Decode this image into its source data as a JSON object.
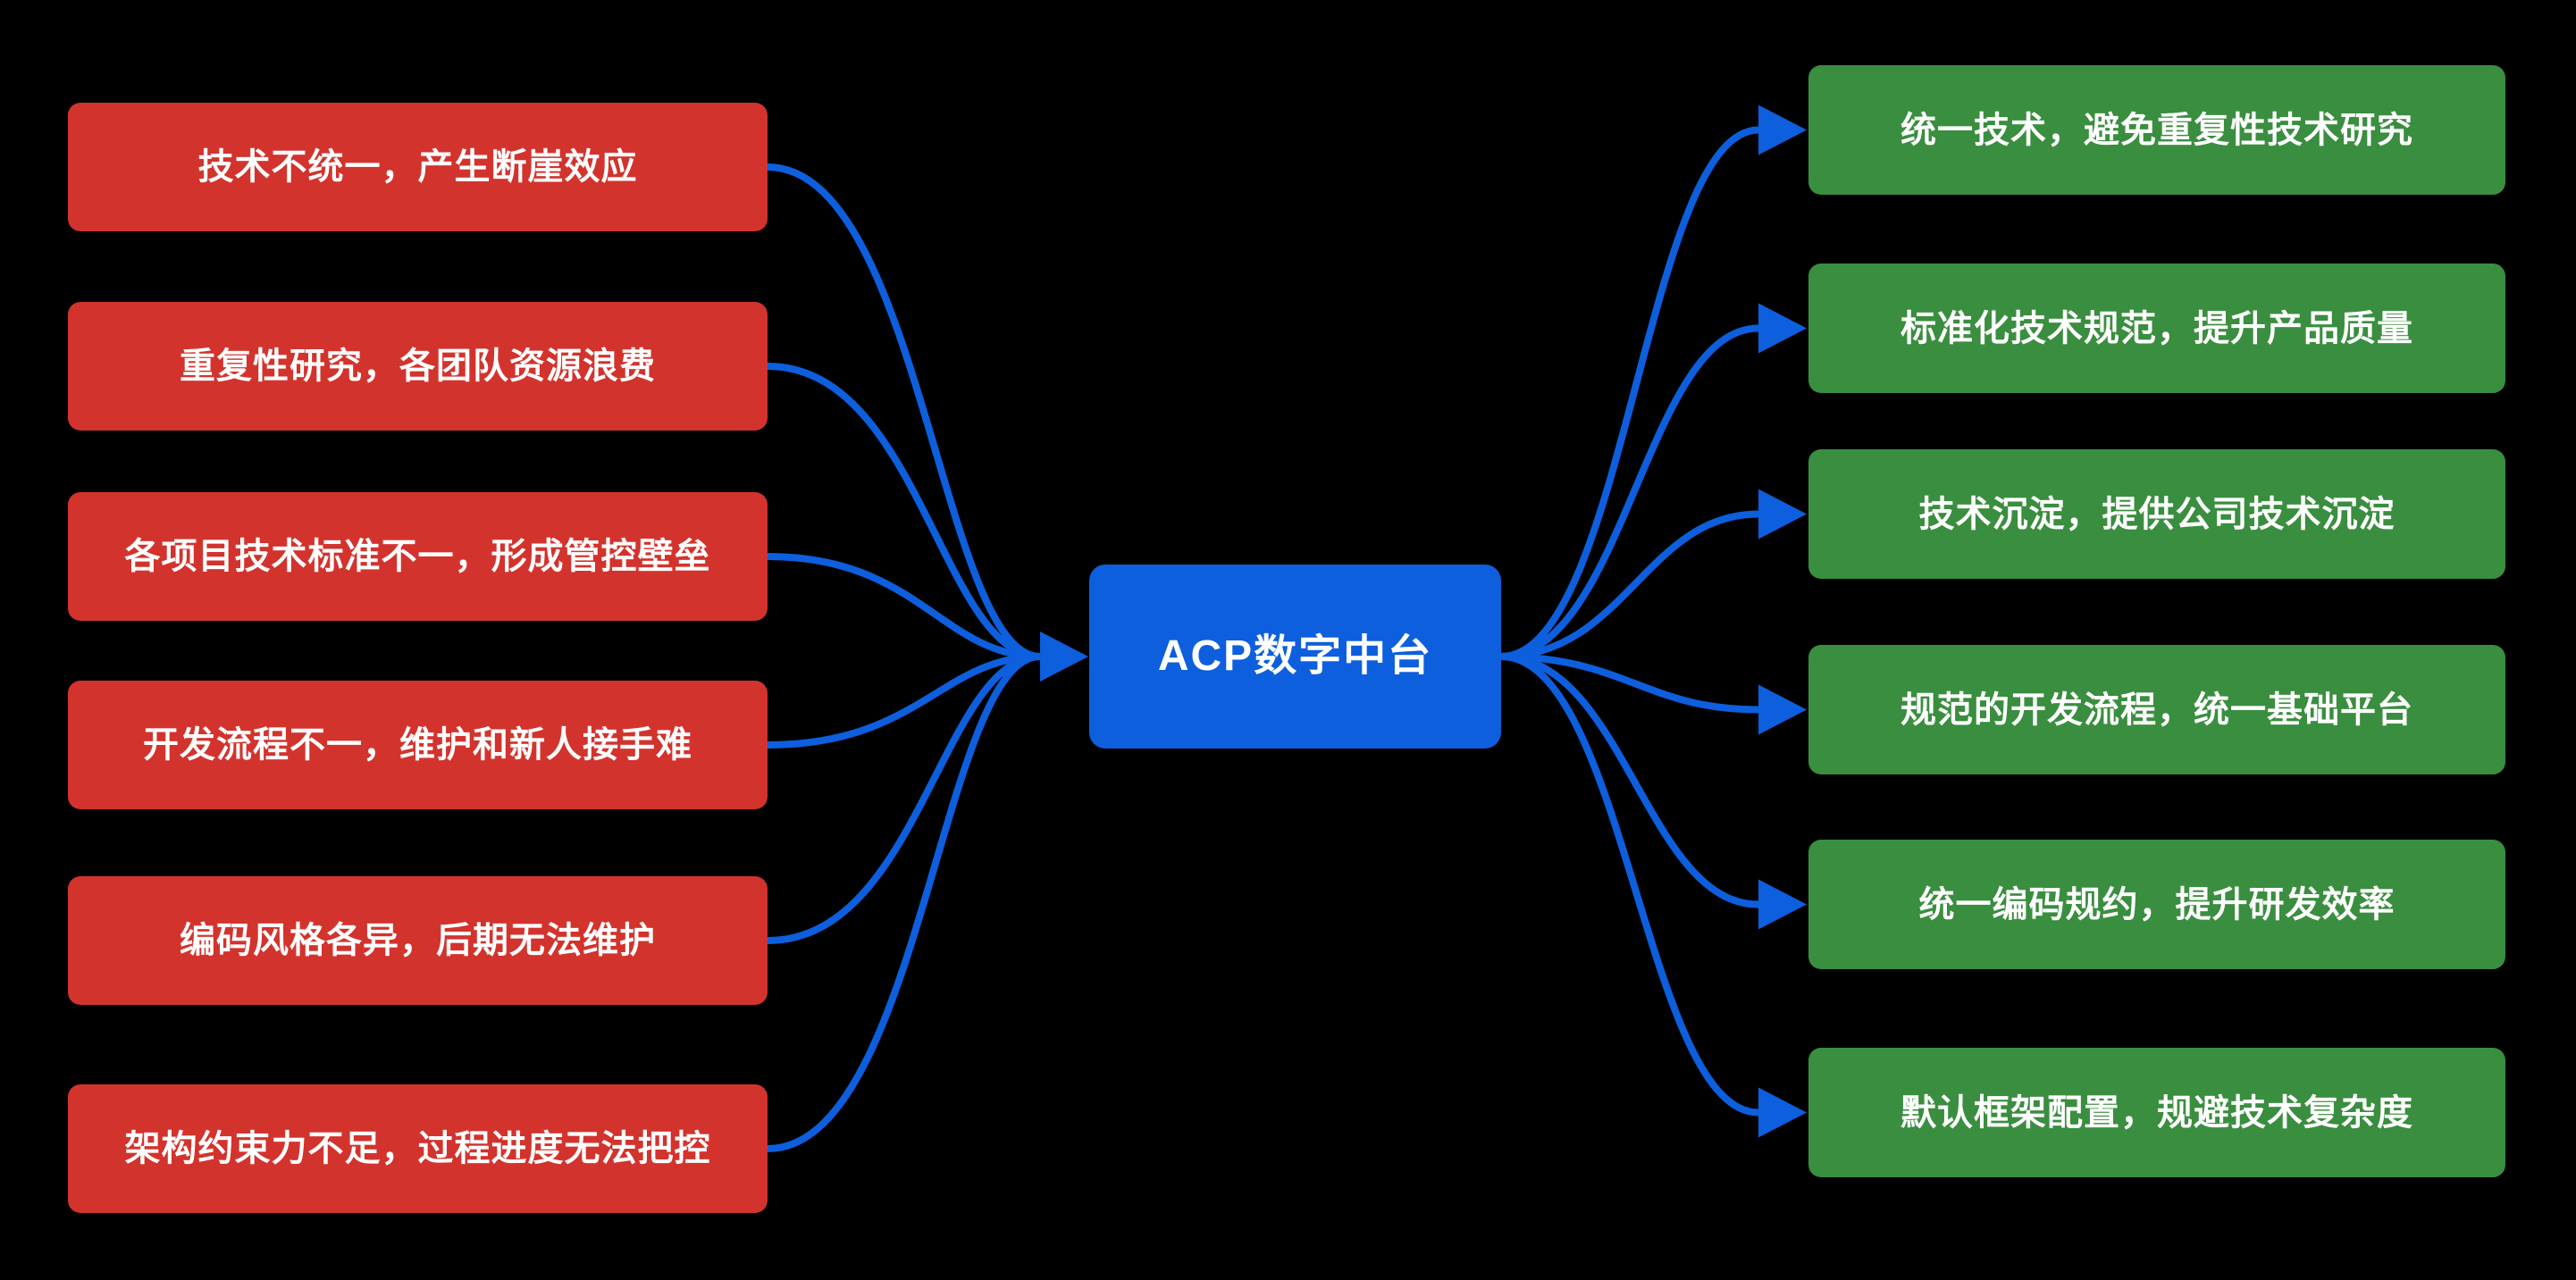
{
  "center": {
    "label": "ACP数字中台"
  },
  "problems": [
    "技术不统一，产生断崖效应",
    "重复性研究，各团队资源浪费",
    "各项目技术标准不一，形成管控壁垒",
    "开发流程不一，维护和新人接手难",
    "编码风格各异，后期无法维护",
    "架构约束力不足，过程进度无法把控"
  ],
  "benefits": [
    "统一技术，避免重复性技术研究",
    "标准化技术规范，提升产品质量",
    "技术沉淀，提供公司技术沉淀",
    "规范的开发流程，统一基础平台",
    "统一编码规约，提升研发效率",
    "默认框架配置，规避技术复杂度"
  ],
  "colors": {
    "background": "#000000",
    "problem_box": "#d3332d",
    "benefit_box": "#3a8e3f",
    "center_box": "#0d5fdd",
    "connector": "#0d5fdd",
    "text": "#ffffff"
  }
}
